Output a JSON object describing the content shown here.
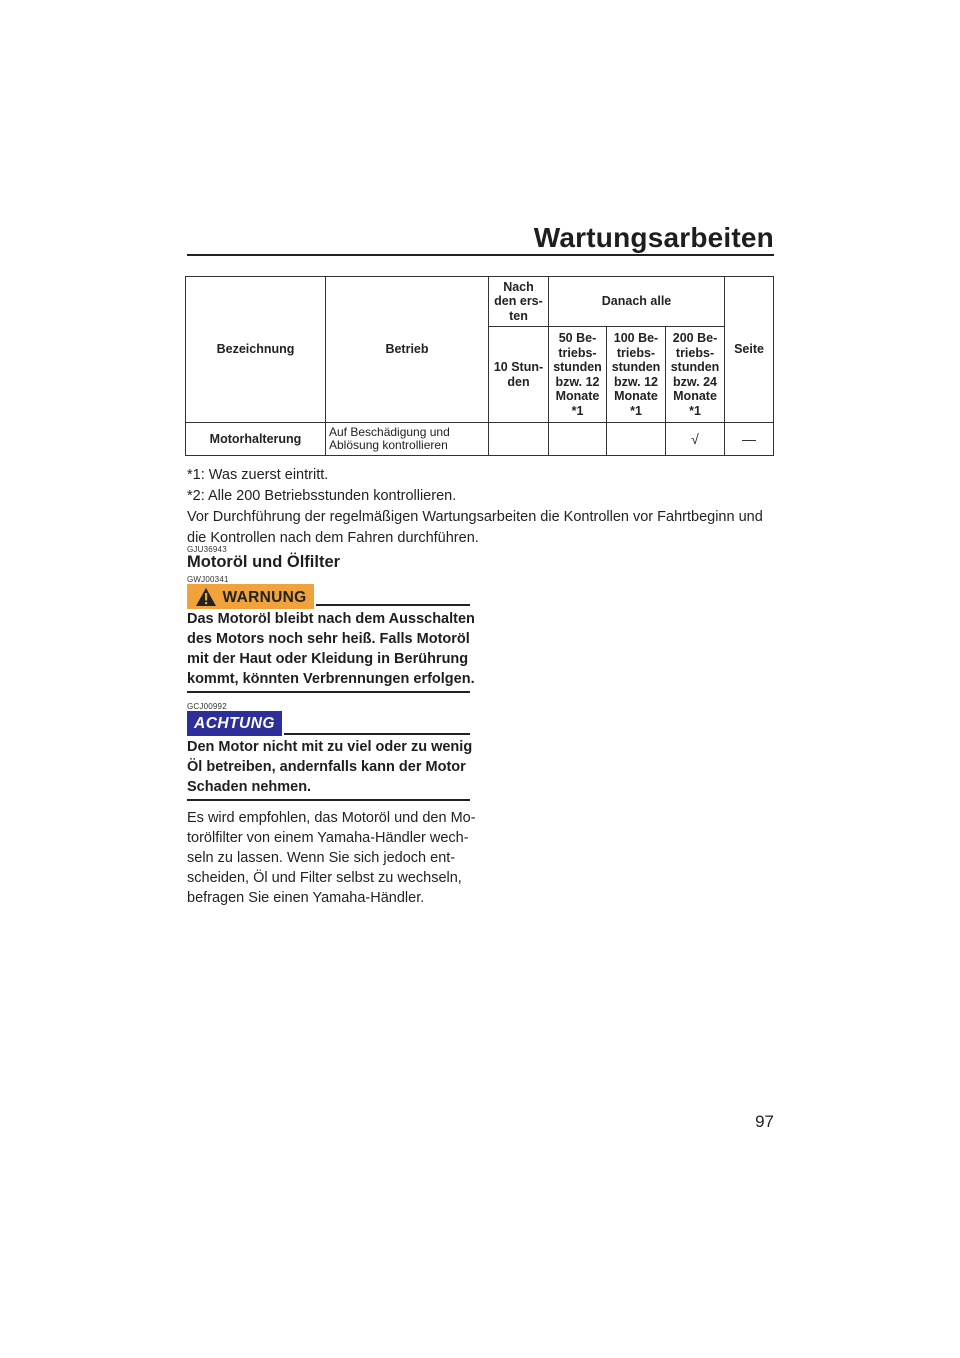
{
  "header": {
    "title": "Wartungsarbeiten"
  },
  "table": {
    "headers": {
      "name": "Bezeichnung",
      "operation": "Betrieb",
      "first": "Nach\nden ers-\nten",
      "then_all": "Danach alle",
      "page": "Seite",
      "first_10": "10 Stun-\nden",
      "every_50": "50 Be-\ntriebs-\nstunden\nbzw. 12\nMonate\n*1",
      "every_100": "100 Be-\ntriebs-\nstunden\nbzw. 12\nMonate\n*1",
      "every_200": "200 Be-\ntriebs-\nstunden\nbzw. 24\nMonate\n*1"
    },
    "rows": [
      {
        "name": "Motorhalterung",
        "operation": "Auf Beschädigung und Ablösung kontrollieren",
        "first_10": "",
        "every_50": "",
        "every_100": "",
        "every_200": "√",
        "page": "—"
      }
    ]
  },
  "footnotes": {
    "note1": "*1: Was zuerst eintritt.",
    "note2": "*2: Alle 200 Betriebsstunden kontrollieren.",
    "paragraph": "Vor Durchführung der regelmäßigen Wartungsarbeiten die Kontrollen vor Fahrtbeginn und die Kontrollen nach dem Fahren durchführen."
  },
  "section": {
    "code": "GJU36943",
    "title": "Motoröl und Ölfilter"
  },
  "warning": {
    "code": "GWJ00341",
    "label": "WARNUNG",
    "text": "Das Motoröl bleibt nach dem Ausschalten des Motors noch sehr heiß. Falls Motoröl mit der Haut oder Kleidung in Berührung kommt, könnten Verbrennungen erfolgen."
  },
  "caution": {
    "code": "GCJ00992",
    "label": "ACHTUNG",
    "text": "Den Motor nicht mit zu viel oder zu wenig Öl betreiben, andernfalls kann der Motor Schaden nehmen."
  },
  "body": {
    "text": "Es wird empfohlen, das Motoröl und den Mo-torölfilter von einem Yamaha-Händler wech-seln zu lassen. Wenn Sie sich jedoch ent-scheiden, Öl und Filter selbst zu wechseln, befragen Sie einen Yamaha-Händler."
  },
  "footer": {
    "page_number": "97"
  },
  "colors": {
    "warning_badge": "#f0a33a",
    "caution_badge": "#2e2e9a"
  }
}
